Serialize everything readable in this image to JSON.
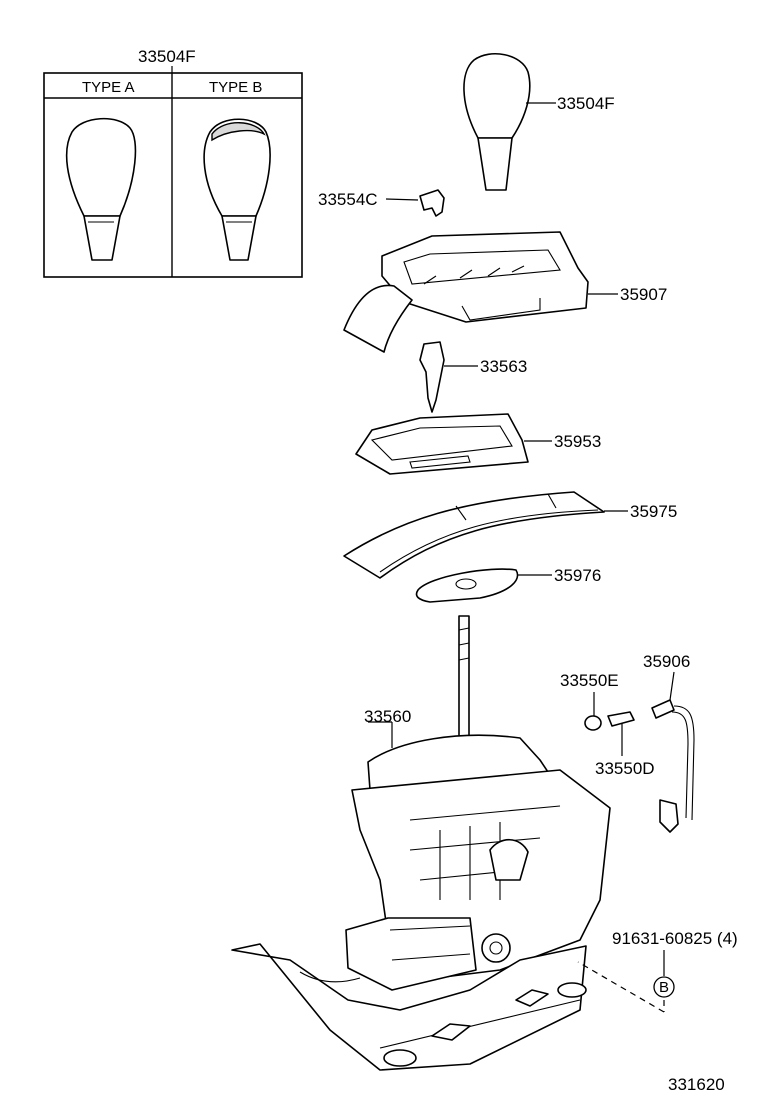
{
  "diagram": {
    "type_box": {
      "part_no": "33504F",
      "type_a": "TYPE A",
      "type_b": "TYPE B"
    },
    "labels": {
      "knob": "33504F",
      "knob_clip": "33554C",
      "indicator_housing": "35907",
      "position_lamp": "33563",
      "slide_plate": "35953",
      "dust_cover": "35975",
      "cover_plate": "35976",
      "bulb_socket_e": "33550E",
      "wire_harness": "35906",
      "bulb_d": "33550D",
      "shift_lever_housing": "33560",
      "bolt_qty": "91631-60825 (4)",
      "bolt_ref": "B",
      "illustration_no": "331620"
    }
  }
}
